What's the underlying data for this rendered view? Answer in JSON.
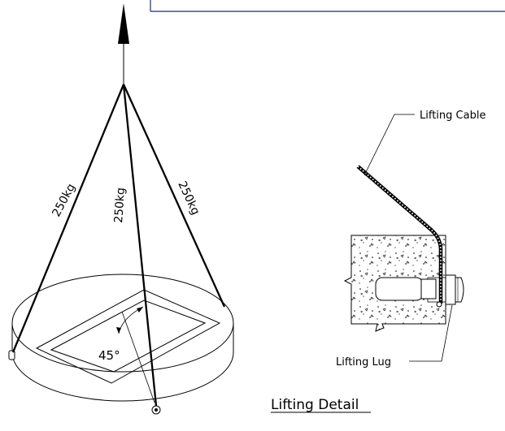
{
  "rigging": {
    "sling_loads": [
      "250kg",
      "250kg",
      "250kg"
    ],
    "angle_label": "45°"
  },
  "detail": {
    "cable_label": "Lifting Cable",
    "lug_label": "Lifting Lug",
    "title": "Lifting Detail"
  },
  "colors": {
    "line": "#000000",
    "frame": "#1a2a80",
    "background": "#ffffff"
  }
}
